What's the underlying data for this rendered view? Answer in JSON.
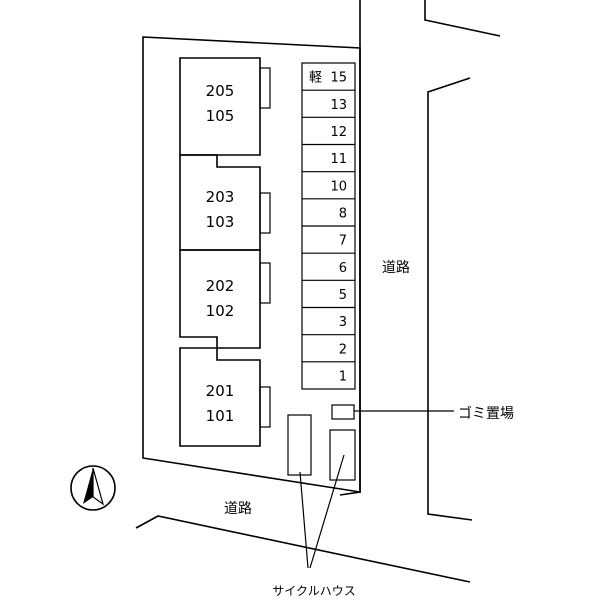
{
  "buildings": [
    {
      "upper": "205",
      "lower": "105"
    },
    {
      "upper": "203",
      "lower": "103"
    },
    {
      "upper": "202",
      "lower": "102"
    },
    {
      "upper": "201",
      "lower": "101"
    }
  ],
  "parking": [
    {
      "label": "15",
      "prefix": "軽"
    },
    {
      "label": "13"
    },
    {
      "label": "12"
    },
    {
      "label": "11"
    },
    {
      "label": "10"
    },
    {
      "label": "8"
    },
    {
      "label": "7"
    },
    {
      "label": "6"
    },
    {
      "label": "5"
    },
    {
      "label": "3"
    },
    {
      "label": "2"
    },
    {
      "label": "1"
    }
  ],
  "labels": {
    "road_east": "道路",
    "road_south": "道路",
    "garbage": "ゴミ置場",
    "cycle_house": "サイクルハウス"
  },
  "colors": {
    "building_fill": "#f5f08a"
  },
  "icons": {
    "compass": "north-arrow-icon"
  }
}
